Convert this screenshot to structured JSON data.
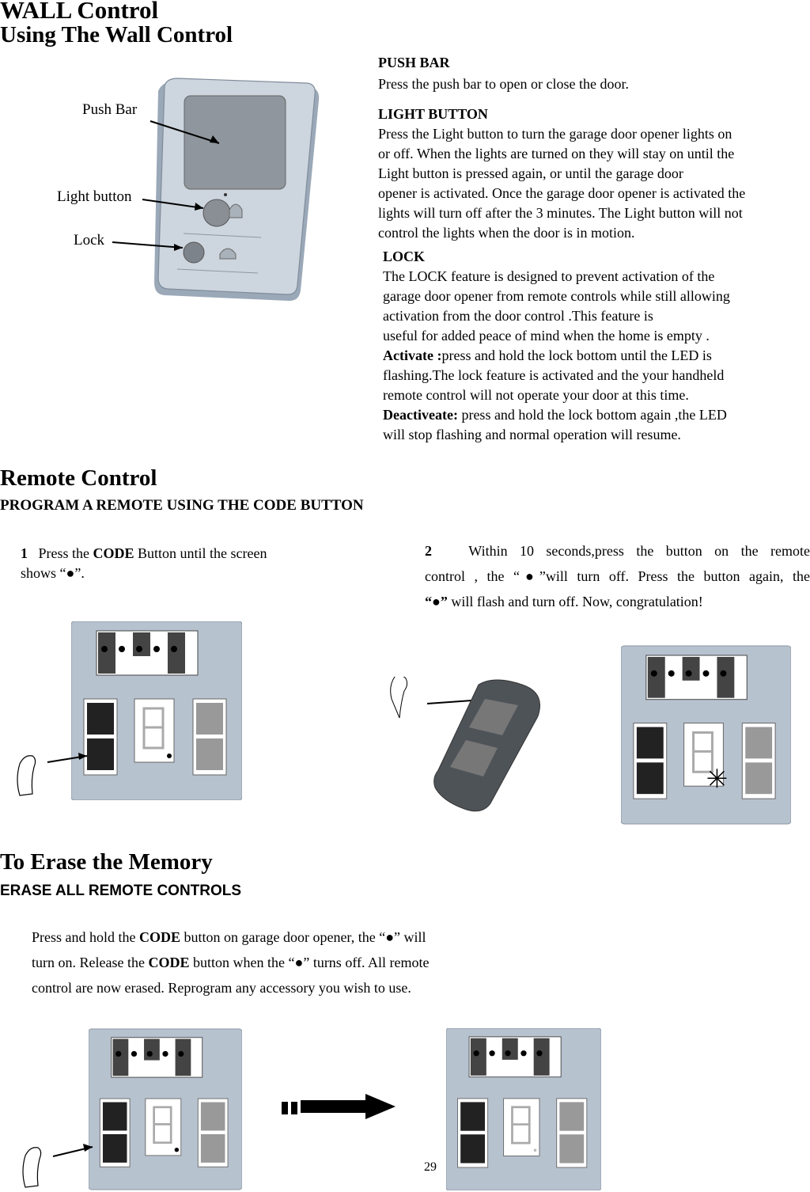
{
  "header": {
    "title": "WALL    Control",
    "subtitle": "Using The Wall Control"
  },
  "wall": {
    "labels": {
      "push_bar": "Push Bar",
      "light_button": "Light button",
      "lock": "Lock"
    },
    "push_bar": {
      "heading": "PUSH BAR",
      "text": "Press the push bar to open or close the door."
    },
    "light_button": {
      "heading": "LIGHT BUTTON",
      "lines": [
        "Press the Light button to turn the garage door opener lights on",
        "or off. When the lights are turned on they will stay on until the",
        "Light button is pressed again, or until the garage door",
        "opener is activated. Once the garage door opener is activated the",
        "lights will turn off after the 3 minutes. The Light button will not",
        "control the lights when the door is in motion."
      ]
    },
    "lock": {
      "heading": "LOCK",
      "lines": [
        "The LOCK feature is designed to prevent activation of the",
        "garage door opener from remote controls while still allowing",
        "activation from the door control .This feature is",
        "useful for added peace of mind when the home is empty ."
      ],
      "activate_label": "Activate :",
      "activate_line1": "press and hold the lock bottom until the LED is",
      "activate_lines": [
        "flashing.The lock feature is activated and the your handheld",
        "remote control will not operate your door at this time."
      ],
      "deactivate_label": "Deactiveate:",
      "deactivate_line1": " press and hold the lock bottom again ,the LED",
      "deactivate_line2": "will stop flashing and normal operation will resume."
    }
  },
  "remote": {
    "title": "Remote Control",
    "subtitle": "PROGRAM A REMOTE USING THE CODE BUTTON",
    "step1": {
      "num": "1",
      "pre": "Press the ",
      "bold": "CODE",
      "post": " Button until the screen",
      "line2": "shows   “●”."
    },
    "step2": {
      "num": "2",
      "line1": "Within 10 seconds,press the button on the remote",
      "line2": "control , the “●”will turn off. Press the button again, the",
      "line3_bold": "“●”",
      "line3": " will flash and turn off. Now, congratulation!"
    }
  },
  "erase": {
    "title": "To Erase the Memory",
    "subtitle": "ERASE ALL REMOTE CONTROLS",
    "l1_pre": "Press and hold the ",
    "l1_bold": "CODE",
    "l1_post": " button on garage door opener, the “●” will",
    "l2_pre": "turn on. Release the ",
    "l2_bold": "CODE",
    "l2_post": " button when the “●” turns off. All remote",
    "l3": "control are now erased. Reprogram any accessory you wish to use."
  },
  "footer": {
    "page_number": "29"
  }
}
